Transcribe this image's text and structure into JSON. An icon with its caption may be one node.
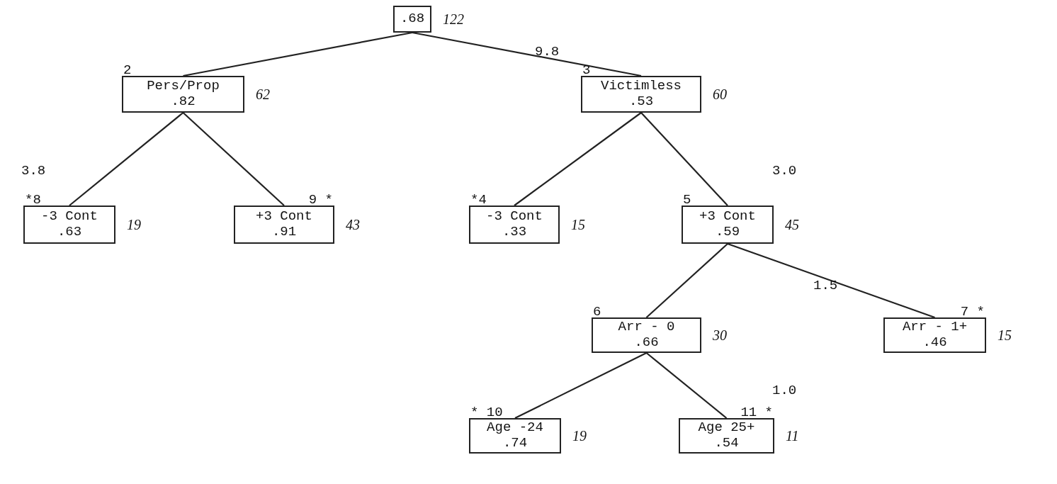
{
  "diagram": {
    "nodes": [
      {
        "text": [
          ".68"
        ],
        "beside": [
          "122"
        ]
      },
      {
        "text": [
          "2",
          "Pers/Prop",
          ".82"
        ],
        "beside": [
          "62"
        ]
      },
      {
        "text": [
          "3",
          "Victimless",
          ".53"
        ],
        "beside": [
          "60"
        ]
      },
      {
        "text": [
          "*8",
          "-3 Cont",
          ".63"
        ],
        "beside": [
          "19"
        ]
      },
      {
        "text": [
          "9 *",
          "+3 Cont",
          ".91"
        ],
        "beside": [
          "43"
        ]
      },
      {
        "text": [
          "*4",
          "-3 Cont",
          ".33"
        ],
        "beside": [
          "15"
        ]
      },
      {
        "text": [
          "5",
          "+3 Cont",
          ".59"
        ],
        "beside": [
          "45"
        ]
      },
      {
        "text": [
          "6",
          "Arr - 0",
          ".66"
        ],
        "beside": [
          "30"
        ]
      },
      {
        "text": [
          "7 *",
          "Arr - 1+",
          ".46"
        ],
        "beside": [
          "15"
        ]
      },
      {
        "text": [
          "* 10",
          "Age -24",
          ".74"
        ],
        "beside": [
          "19"
        ]
      },
      {
        "text": [
          "11 *",
          "Age 25+",
          ".54"
        ],
        "beside": [
          "11"
        ]
      }
    ],
    "edges": [
      {
        "from": 0,
        "to": 1,
        "arrow": "none"
      },
      {
        "from": 0,
        "to": 2,
        "arrow": "none"
      },
      {
        "from": 1,
        "to": 3,
        "arrow": "none"
      },
      {
        "from": 1,
        "to": 4,
        "arrow": "none"
      },
      {
        "from": 2,
        "to": 5,
        "arrow": "none"
      },
      {
        "from": 2,
        "to": 6,
        "arrow": "none"
      },
      {
        "from": 6,
        "to": 7,
        "arrow": "none"
      },
      {
        "from": 6,
        "to": 8,
        "arrow": "none"
      },
      {
        "from": 7,
        "to": 9,
        "arrow": "none"
      },
      {
        "from": 7,
        "to": 10,
        "arrow": "none"
      }
    ],
    "labels": [
      "9.8",
      "3.8",
      "3.0",
      "1.5",
      "1.0"
    ]
  }
}
